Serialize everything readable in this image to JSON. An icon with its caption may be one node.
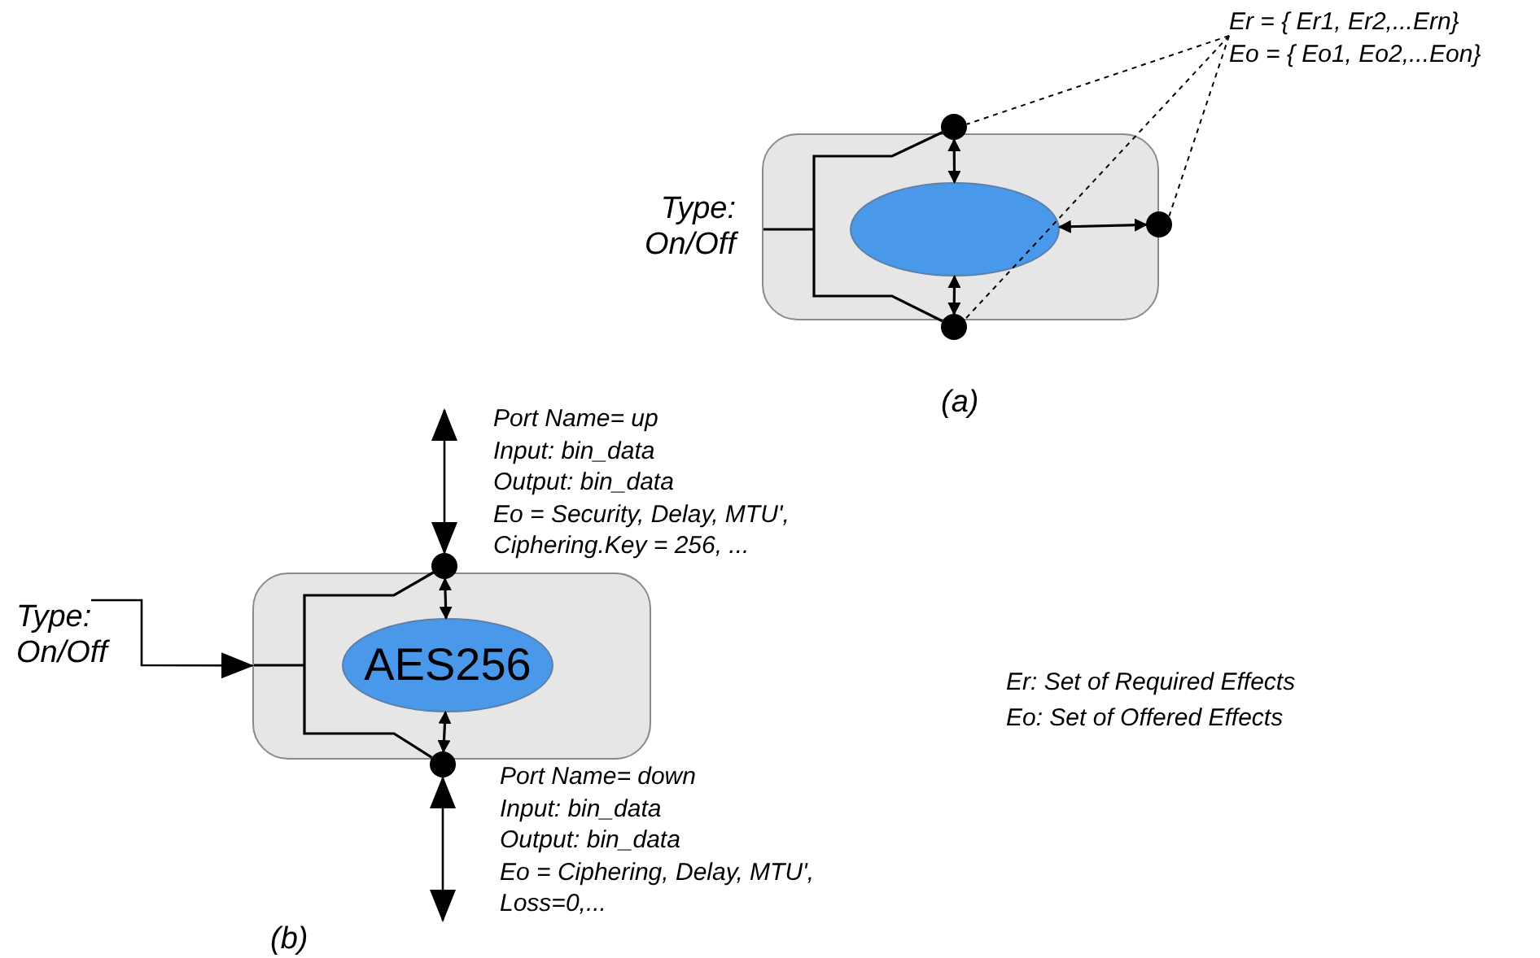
{
  "diagram": {
    "nodes": [
      {
        "text": [],
        "shape": "box"
      },
      {
        "text": [],
        "shape": "ellipse",
        "in": 0
      },
      {
        "text": [],
        "shape": "circle"
      },
      {
        "text": [],
        "shape": "circle"
      },
      {
        "text": [],
        "shape": "circle"
      },
      {
        "text": [
          "Type: On/Off"
        ]
      },
      {
        "text": [
          "Er = { Er1, Er2,...Ern}",
          "Eo = { Eo1, Eo2,...Eon}"
        ]
      },
      {
        "text": [],
        "shape": "box"
      },
      {
        "text": [
          "AES256"
        ],
        "in": 7
      },
      {
        "text": [],
        "shape": "circle",
        "beside": [
          "Port Name= up",
          "Input: bin_data",
          "Output: bin_data",
          "Eo = Security, Delay, MTU', Ciphering.Key = 256, ..."
        ]
      },
      {
        "text": [],
        "shape": "circle",
        "beside": [
          "Port Name= down",
          "Input: bin_data",
          "Output: bin_data",
          "Eo = Ciphering, Delay, MTU', Loss=0,..."
        ]
      },
      {
        "text": [
          "Type: On/Off"
        ]
      }
    ],
    "edges": [
      {
        "from": 1,
        "to": 2,
        "arrow": "both"
      },
      {
        "from": 1,
        "to": 3,
        "arrow": "both"
      },
      {
        "from": 1,
        "to": 4,
        "arrow": "both"
      },
      {
        "from": 2,
        "to": 4,
        "arrow": "none"
      },
      {
        "from": 6,
        "to": 2,
        "arrow": "none",
        "style": "dashed"
      },
      {
        "from": 6,
        "to": 3,
        "arrow": "none",
        "style": "dashed"
      },
      {
        "from": 6,
        "to": 4,
        "arrow": "none",
        "style": "dashed"
      },
      {
        "from": 8,
        "to": 9,
        "arrow": "both"
      },
      {
        "from": 8,
        "to": 10,
        "arrow": "both"
      },
      {
        "from": 9,
        "to": null,
        "arrow": "both"
      },
      {
        "from": 10,
        "to": null,
        "arrow": "both"
      },
      {
        "from": 9,
        "to": 10,
        "arrow": "none"
      },
      {
        "from": 11,
        "to": 7,
        "arrow": "to"
      },
      {
        "from": 0,
        "to": 2,
        "arrow": "none"
      },
      {
        "from": 0,
        "to": 4,
        "arrow": "none"
      },
      {
        "from": 7,
        "to": 9,
        "arrow": "none"
      },
      {
        "from": 7,
        "to": 10,
        "arrow": "none"
      }
    ],
    "labels": [
      "(a)",
      "Er: Set of Required Effects",
      "Eo: Set of Offered Effects",
      "(b)"
    ]
  }
}
